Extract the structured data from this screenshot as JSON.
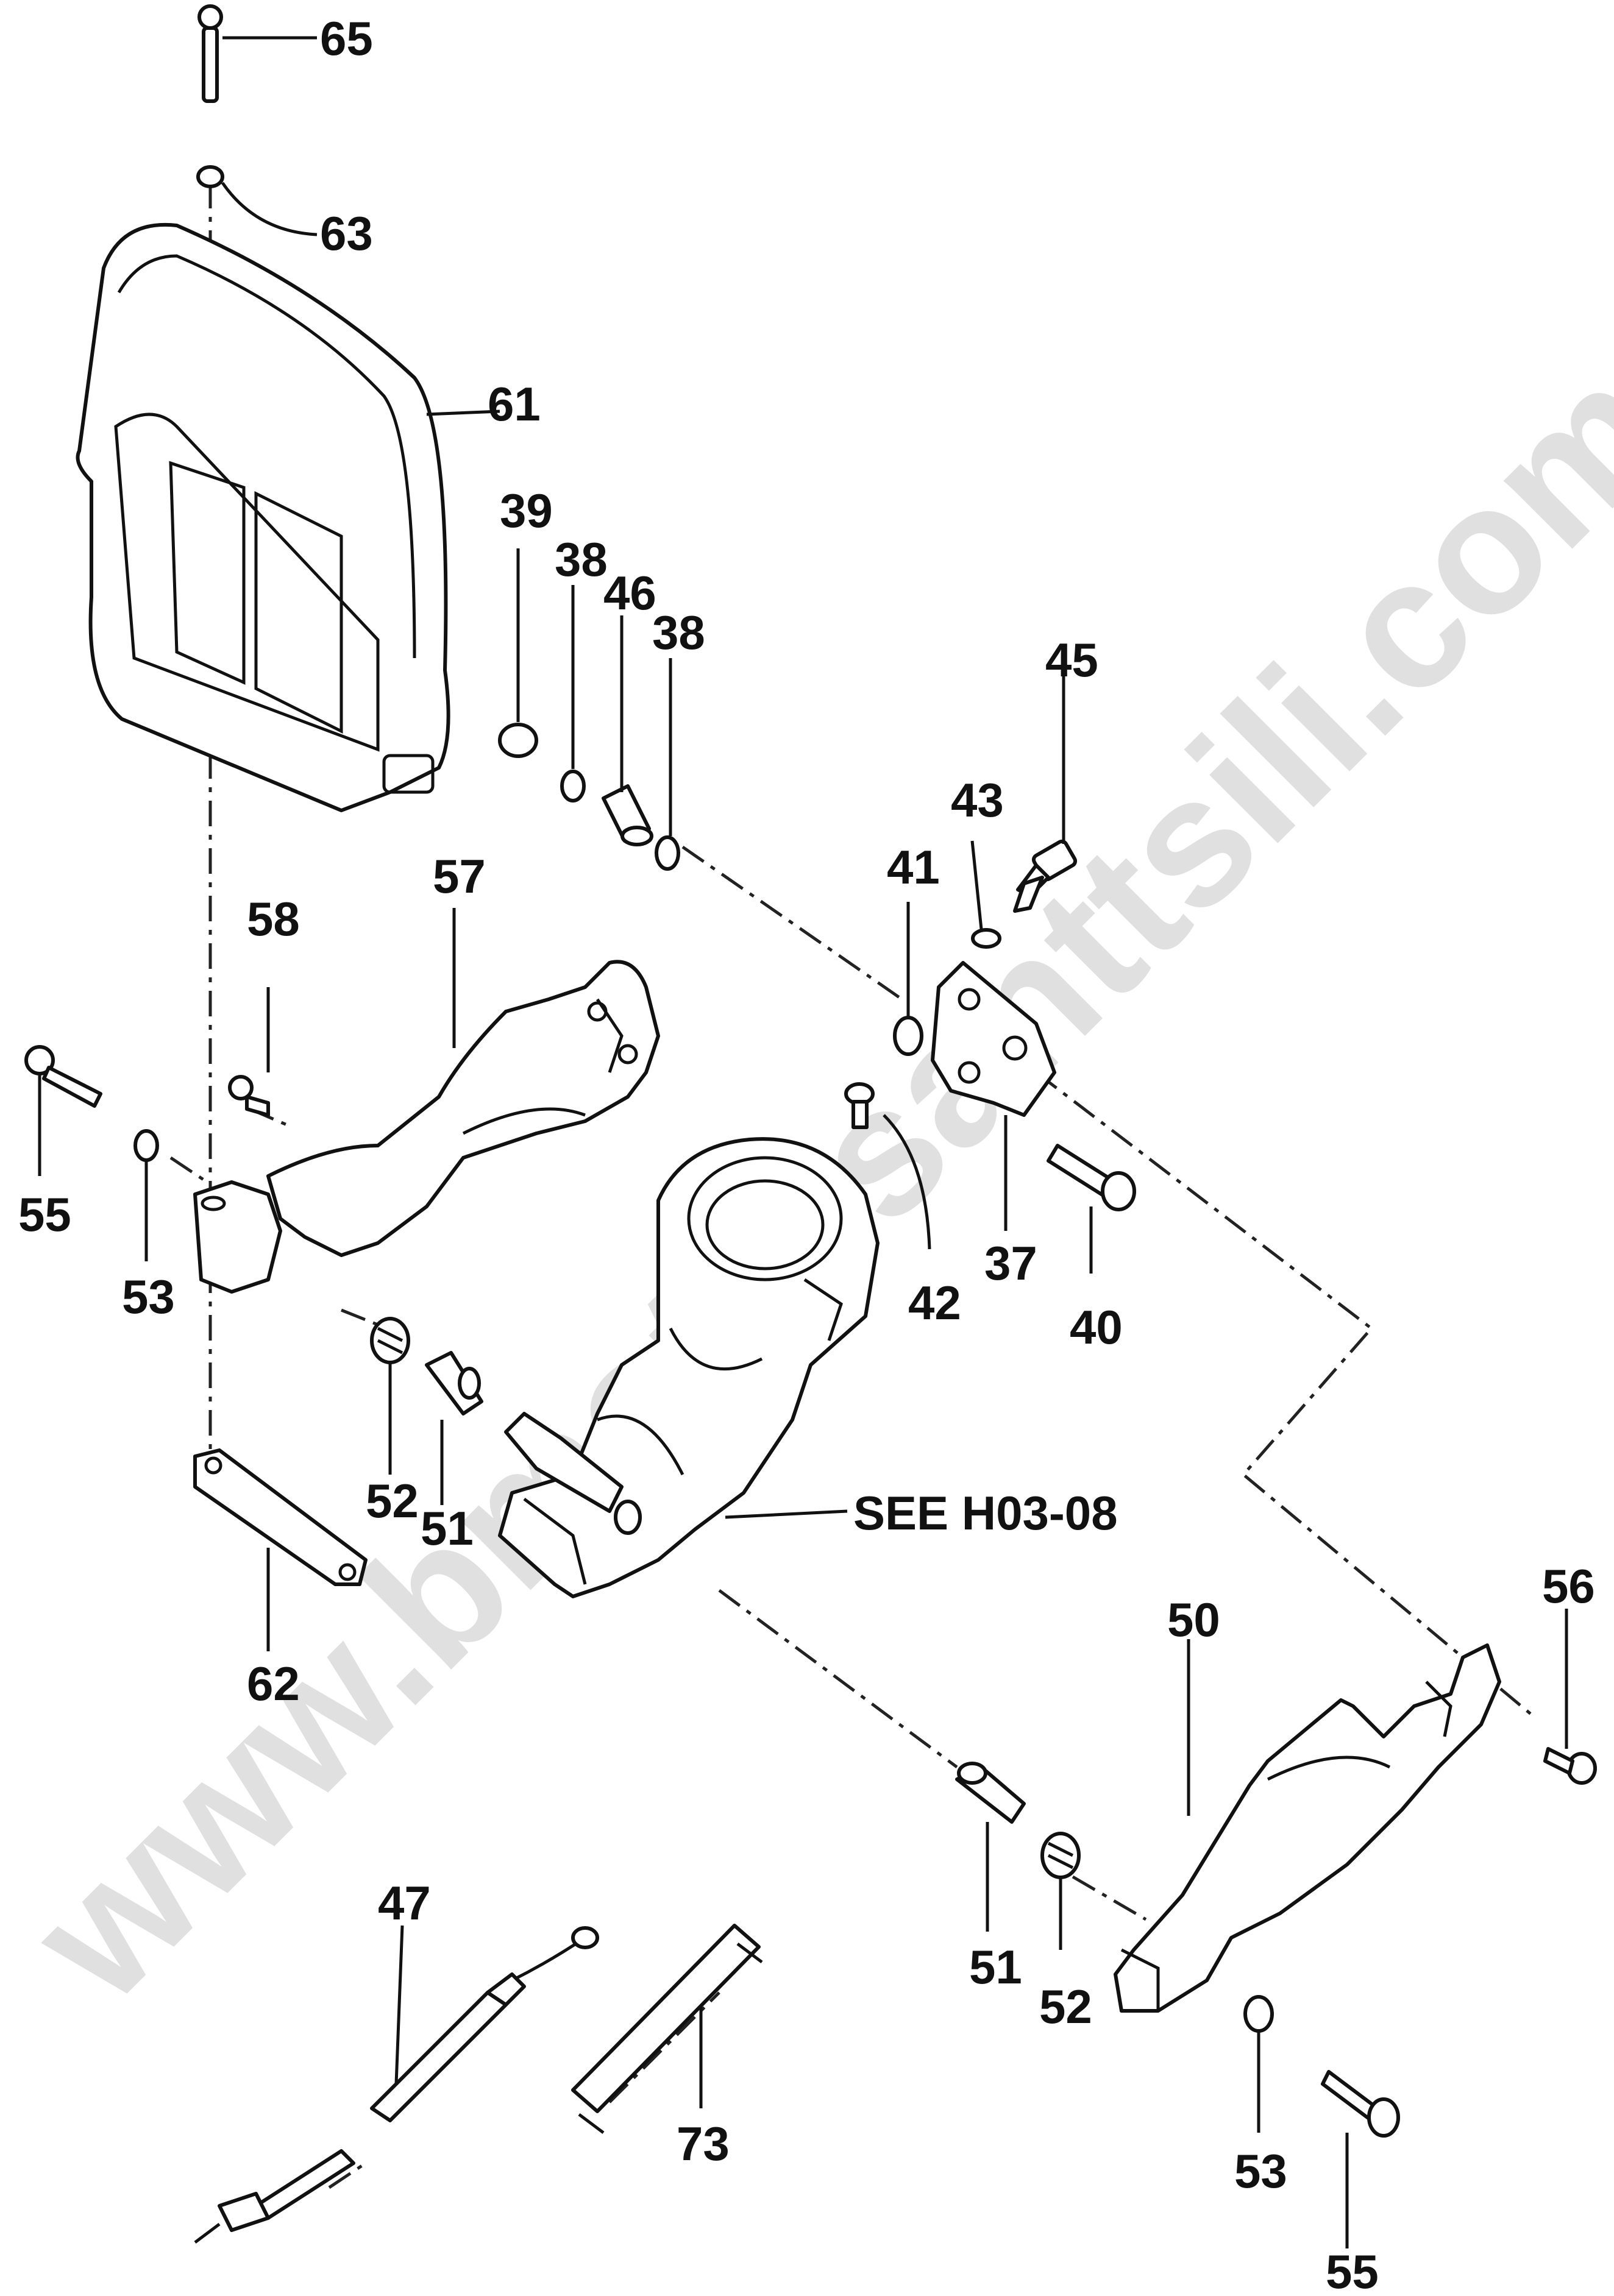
{
  "watermark": "www.bmotorsanttsili.com",
  "callouts": {
    "p65": "65",
    "p63": "63",
    "p61": "61",
    "p39": "39",
    "p38a": "38",
    "p46": "46",
    "p38b": "38",
    "p45": "45",
    "p43": "43",
    "p41": "41",
    "p57": "57",
    "p58": "58",
    "p55a": "55",
    "p53a": "53",
    "p52a": "52",
    "p51a": "51",
    "p42": "42",
    "p37": "37",
    "p40": "40",
    "p62": "62",
    "see": "SEE H03-08",
    "p56": "56",
    "p50": "50",
    "p51b": "51",
    "p52b": "52",
    "p47": "47",
    "p73": "73",
    "p53b": "53",
    "p55b": "55"
  }
}
